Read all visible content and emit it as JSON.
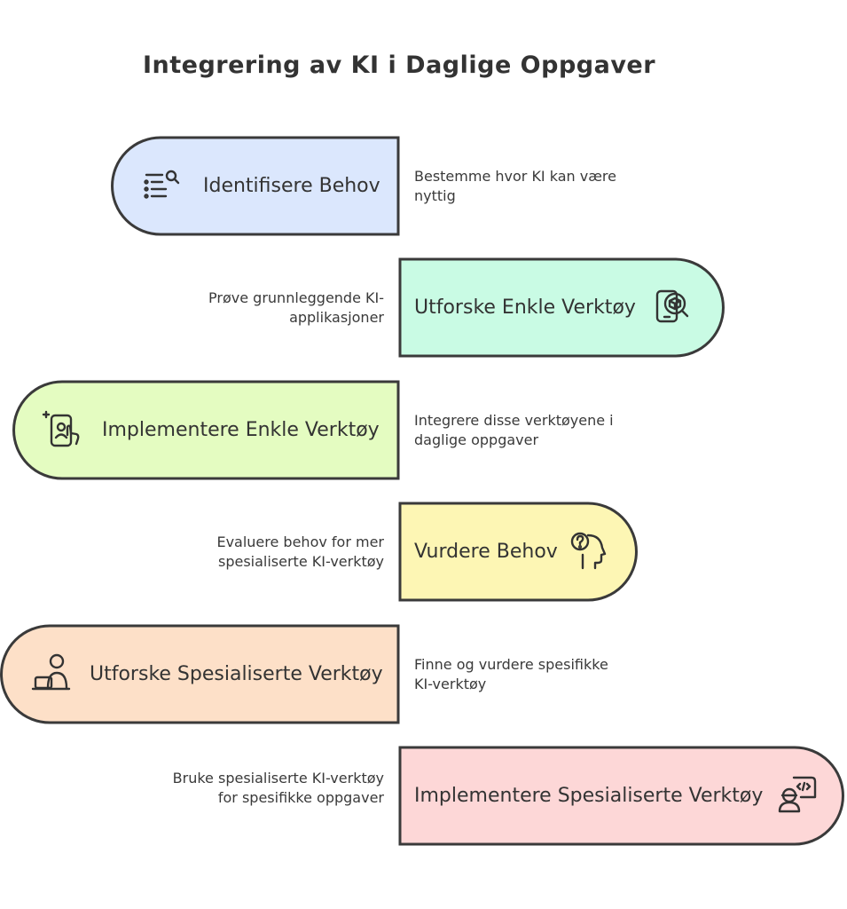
{
  "title": "Integrering av KI i Daglige Oppgaver",
  "steps": [
    {
      "label": "Identifisere Behov",
      "desc": "Bestemme hvor KI kan være nyttig",
      "color": "#dbe7fd",
      "icon": "search-list-icon"
    },
    {
      "label": "Utforske Enkle Verktøy",
      "desc": "Prøve grunnleggende KI-applikasjoner",
      "color": "#c9fbe4",
      "icon": "phone-cube-search-icon"
    },
    {
      "label": "Implementere Enkle Verktøy",
      "desc": "Integrere disse verktøyene i daglige oppgaver",
      "color": "#e4fcc1",
      "icon": "phone-touch-icon"
    },
    {
      "label": "Vurdere Behov",
      "desc": "Evaluere behov for mer spesialiserte KI-verktøy",
      "color": "#fdf6b4",
      "icon": "head-question-icon"
    },
    {
      "label": "Utforske Spesialiserte Verktøy",
      "desc": "Finne og vurdere spesifikke KI-verktøy",
      "color": "#fde0c8",
      "icon": "person-laptop-icon"
    },
    {
      "label": "Implementere Spesialiserte Verktøy",
      "desc": "Bruke spesialiserte KI-verktøy for spesifikke oppgaver",
      "color": "#fdd7d7",
      "icon": "developer-code-icon"
    }
  ]
}
